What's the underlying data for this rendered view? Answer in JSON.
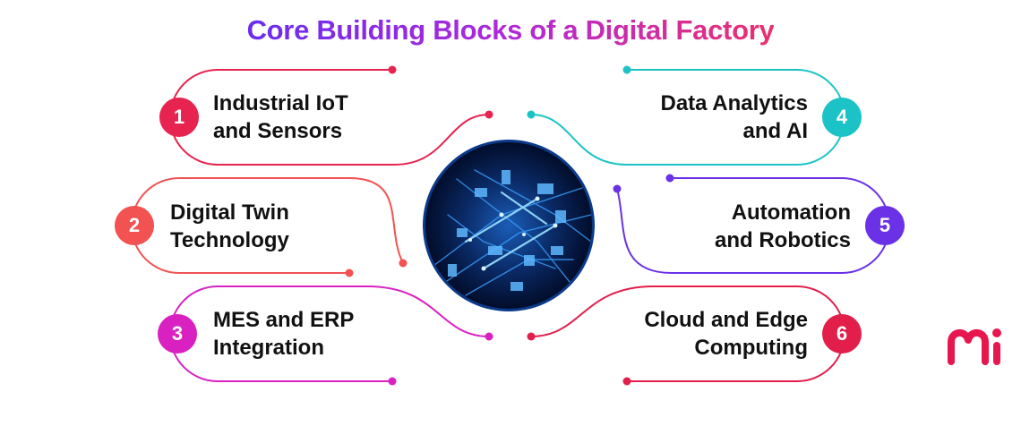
{
  "title": "Core Building Blocks of a Digital Factory",
  "blocks": [
    {
      "number": "1",
      "line1": "Industrial IoT",
      "line2": "and Sensors",
      "color": "#e7234f",
      "icon": "number-badge"
    },
    {
      "number": "2",
      "line1": "Digital Twin",
      "line2": "Technology",
      "color": "#f25252",
      "icon": "number-badge"
    },
    {
      "number": "3",
      "line1": "MES and ERP",
      "line2": "Integration",
      "color": "#d921c2",
      "icon": "number-badge"
    },
    {
      "number": "4",
      "line1": "Data Analytics",
      "line2": "and AI",
      "color": "#1cc3c6",
      "icon": "number-badge"
    },
    {
      "number": "5",
      "line1": "Automation",
      "line2": "and Robotics",
      "color": "#6a31e6",
      "icon": "number-badge"
    },
    {
      "number": "6",
      "line1": "Cloud and Edge",
      "line2": "Computing",
      "color": "#e21e4b",
      "icon": "number-badge"
    }
  ],
  "center_image": {
    "icon": "digital-factory-circuit-image",
    "colors": [
      "#021638",
      "#1e7bff",
      "#7fd6ff"
    ]
  },
  "logo": {
    "icon": "mi-logo-icon",
    "color": "#e8164f"
  }
}
